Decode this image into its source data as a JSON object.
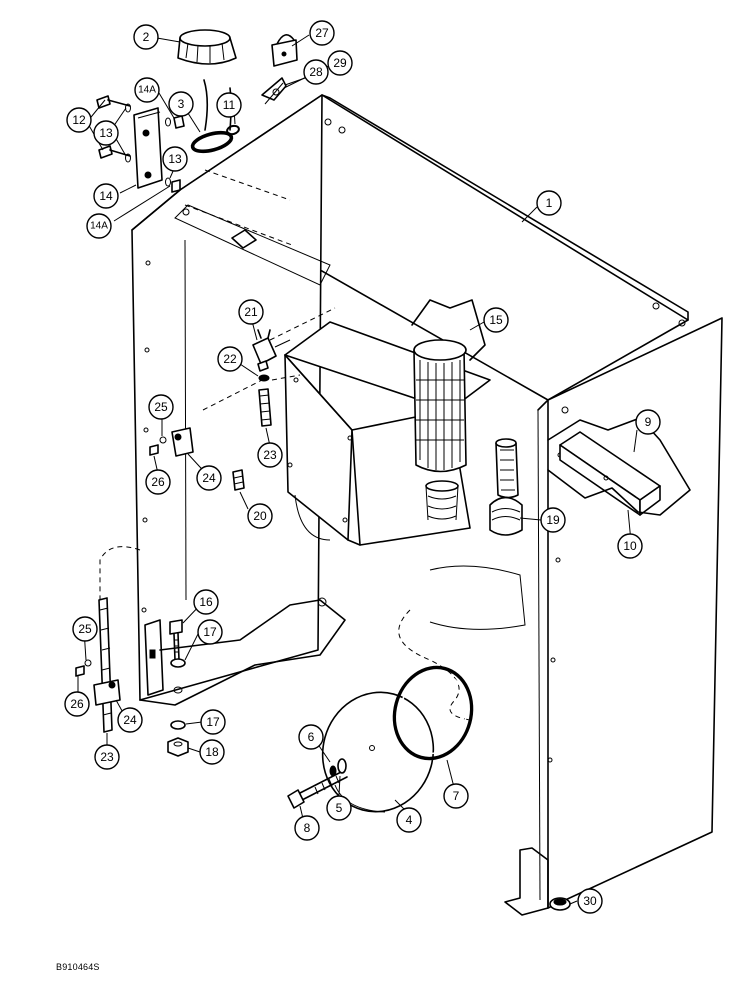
{
  "diagram": {
    "drawing_code": "B910464S",
    "callouts": [
      {
        "label": "1",
        "target": "tank-body"
      },
      {
        "label": "2",
        "target": "filler-cap"
      },
      {
        "label": "3",
        "target": "gasket"
      },
      {
        "label": "4",
        "target": "cover-plate"
      },
      {
        "label": "5",
        "target": "washer"
      },
      {
        "label": "6",
        "target": "washer"
      },
      {
        "label": "7",
        "target": "o-ring"
      },
      {
        "label": "8",
        "target": "bolt"
      },
      {
        "label": "9",
        "target": "nut"
      },
      {
        "label": "10",
        "target": "baffle-bar"
      },
      {
        "label": "11",
        "target": "o-ring"
      },
      {
        "label": "12",
        "target": "bolt"
      },
      {
        "label": "13",
        "target": "washer"
      },
      {
        "label": "13",
        "target": "washer"
      },
      {
        "label": "14",
        "target": "bracket"
      },
      {
        "label": "14A",
        "target": "nut"
      },
      {
        "label": "14A",
        "target": "nut"
      },
      {
        "label": "15",
        "target": "filter-element"
      },
      {
        "label": "16",
        "target": "bolt"
      },
      {
        "label": "17",
        "target": "washer"
      },
      {
        "label": "17",
        "target": "washer"
      },
      {
        "label": "18",
        "target": "nut"
      },
      {
        "label": "19",
        "target": "strainer"
      },
      {
        "label": "20",
        "target": "plug"
      },
      {
        "label": "21",
        "target": "switch"
      },
      {
        "label": "22",
        "target": "fitting"
      },
      {
        "label": "23",
        "target": "sight-tube"
      },
      {
        "label": "23",
        "target": "sight-tube"
      },
      {
        "label": "24",
        "target": "clamp"
      },
      {
        "label": "24",
        "target": "clamp"
      },
      {
        "label": "25",
        "target": "washer"
      },
      {
        "label": "25",
        "target": "washer"
      },
      {
        "label": "26",
        "target": "nut"
      },
      {
        "label": "26",
        "target": "nut"
      },
      {
        "label": "27",
        "target": "padlock"
      },
      {
        "label": "28",
        "target": "wing-nut"
      },
      {
        "label": "29",
        "target": "wing-nut"
      },
      {
        "label": "30",
        "target": "plug"
      }
    ]
  }
}
